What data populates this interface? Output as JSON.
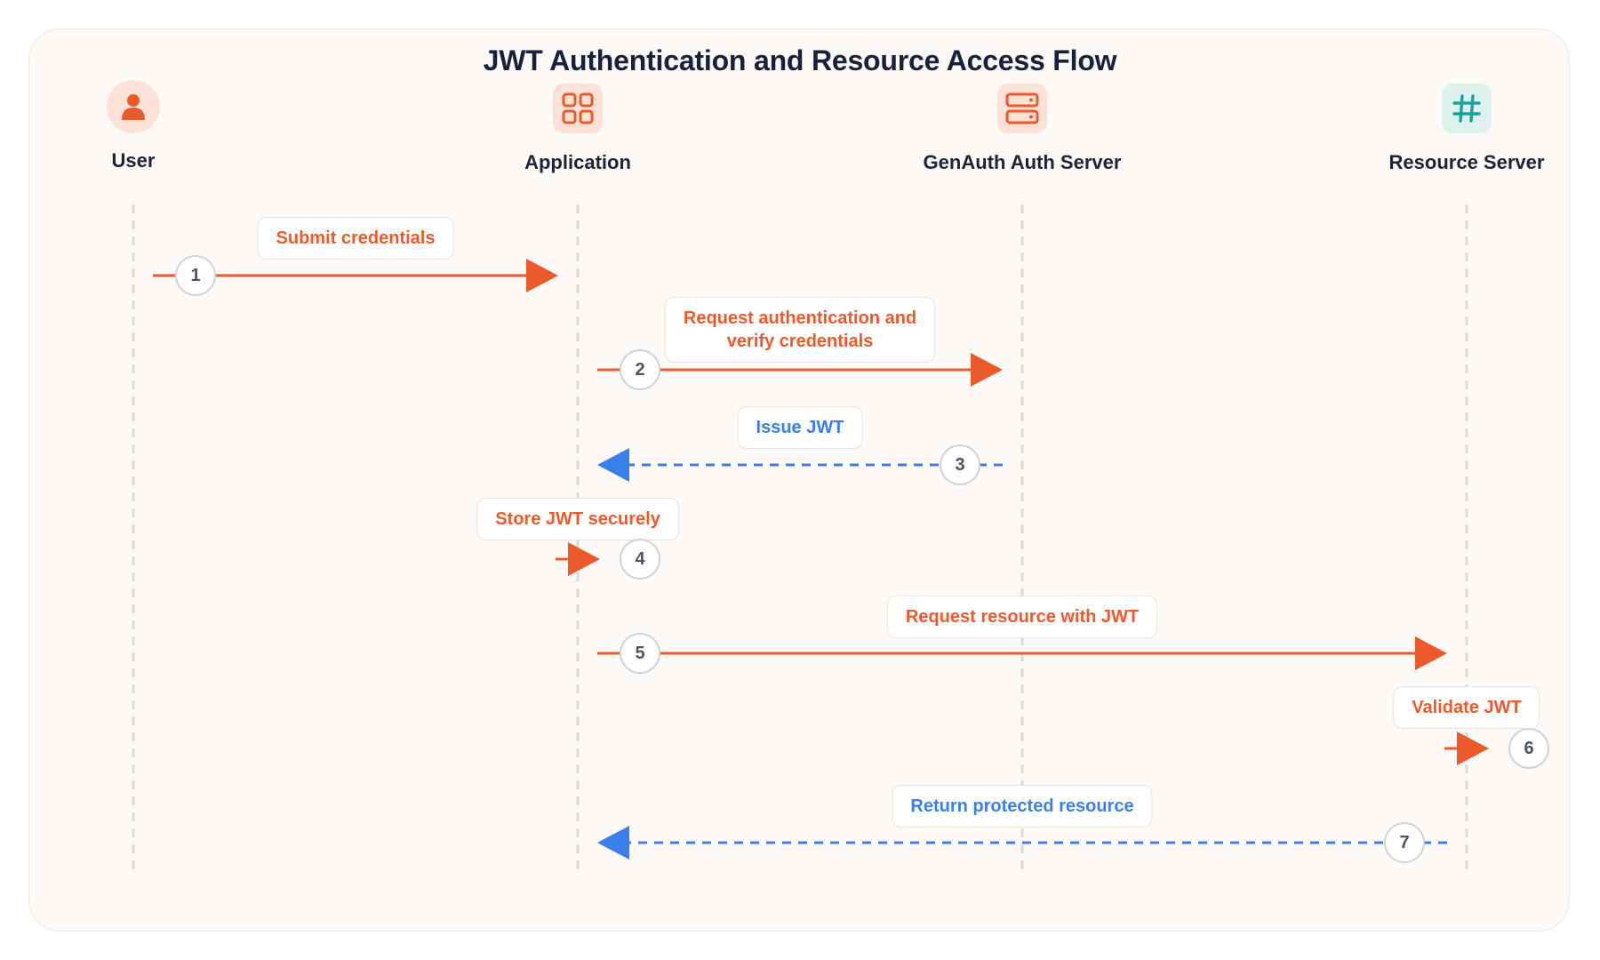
{
  "title": "JWT Authentication and Resource Access Flow",
  "colors": {
    "orange": "#ea5a2a",
    "blue": "#3a7fe9",
    "teal": "#1aa39a",
    "lifeline": "#d9d9d9"
  },
  "participants": [
    {
      "name": "User",
      "icon": "user-icon"
    },
    {
      "name": "Application",
      "icon": "app-grid-icon"
    },
    {
      "name": "GenAuth Auth Server",
      "icon": "server-icon"
    },
    {
      "name": "Resource Server",
      "icon": "hash-icon"
    }
  ],
  "messages": [
    {
      "step": "1",
      "from": 0,
      "to": 1,
      "label": "Submit credentials",
      "kind": "request"
    },
    {
      "step": "2",
      "from": 1,
      "to": 2,
      "label": "Request authentication and verify credentials",
      "label_lines": [
        "Request authentication and",
        "verify credentials"
      ],
      "kind": "request"
    },
    {
      "step": "3",
      "from": 2,
      "to": 1,
      "label": "Issue JWT",
      "kind": "response"
    },
    {
      "step": "4",
      "from": 1,
      "to": 1,
      "label": "Store JWT securely",
      "kind": "self"
    },
    {
      "step": "5",
      "from": 1,
      "to": 3,
      "label": "Request resource with JWT",
      "kind": "request"
    },
    {
      "step": "6",
      "from": 3,
      "to": 3,
      "label": "Validate JWT",
      "kind": "self"
    },
    {
      "step": "7",
      "from": 3,
      "to": 1,
      "label": "Return protected resource",
      "kind": "response"
    }
  ]
}
